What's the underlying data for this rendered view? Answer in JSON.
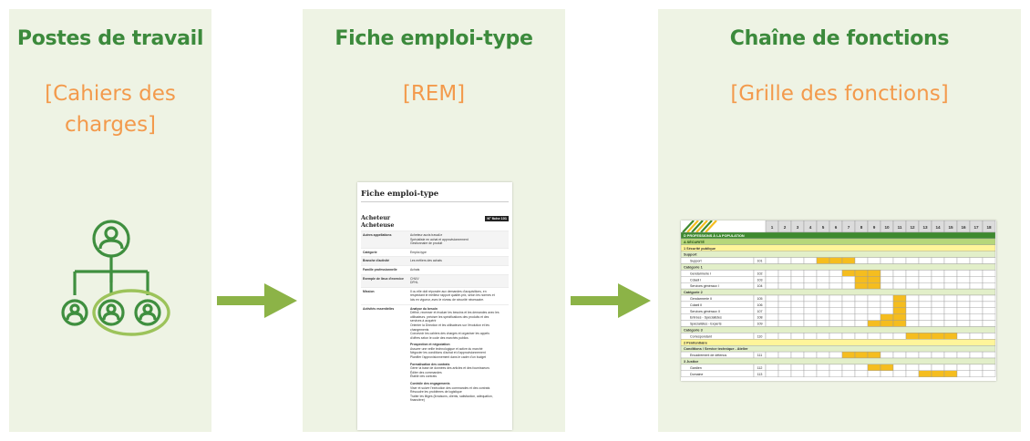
{
  "panels": [
    {
      "title": "Postes de travail",
      "subtitle_lines": [
        "[Cahiers des",
        "charges]"
      ]
    },
    {
      "title": "Fiche emploi-type",
      "subtitle_lines": [
        "[REM]"
      ]
    },
    {
      "title": "Chaîne de fonctions",
      "subtitle_lines": [
        "[Grille des fonctions]"
      ]
    }
  ],
  "colors": {
    "panel_bg": "#eef3e4",
    "title_green": "#3c8a3c",
    "subtitle_orange": "#f39a4c",
    "arrow_green": "#8cb347",
    "icon_green": "#3f8f3f",
    "icon_light_green": "#9cc35a",
    "cell_fill": "#f5bd1f"
  },
  "icons": {
    "org": "org-chart-people-icon",
    "arrow": "right-arrow-icon"
  },
  "doc": {
    "title": "Fiche emploi-type",
    "name_lines": [
      "Acheteur",
      "Acheteuse"
    ],
    "badge": "N° fiche 101",
    "rows": [
      {
        "k": "Autres appellations",
        "v": [
          "Acheteur auxis travail.e",
          "Spécialiste en achat et approvisionnement",
          "Gestionnaire de produit"
        ]
      },
      {
        "k": "Catégorie",
        "v": [
          "Emploi-type"
        ]
      },
      {
        "k": "Branche d'activité",
        "v": [
          "Les métiers des achats"
        ]
      },
      {
        "k": "Famille professionnelle",
        "v": [
          "Achats"
        ]
      },
      {
        "k": "Exemple de lieux d'exercice",
        "v": [
          "CHUV",
          "DFHL"
        ]
      },
      {
        "k": "Mission",
        "v": [
          "Il ou elle doit répondre aux demandes d'acquisitions, en",
          "respectant le meilleur rapport qualité-prix, selon les normes et",
          "lois en vigueur, avec le niveau de sécurité nécessaire."
        ]
      }
    ],
    "activities": {
      "k": "Activités essentielles",
      "sections": [
        {
          "h": "Analyse du besoin",
          "lines": [
            "Définir, recenser et évaluer les besoins et les demandes avec les",
            "utilisateurs. préciser les spécifications des produits et des",
            "services à acquérir",
            "Orienter la Direction et les utilisateurs sur l'évolution et les",
            "changements",
            "Concevoir les cahiers des charges et organiser les appels",
            "d'offres selon le code des marchés publics"
          ]
        },
        {
          "h": "Prospection et négociation",
          "lines": [
            "Assurer une veille technologique et active du marché",
            "Négocier les conditions d'achat et d'approvisionnement",
            "Planifier l'approvisionnement dans le cadre d'un budget"
          ]
        },
        {
          "h": "Formalisation des contrats",
          "lines": [
            "Gérer la base de données des articles et des fournisseurs",
            "Éditer des commandes",
            "Établir des contrats"
          ]
        },
        {
          "h": "Contrôle des engagements",
          "lines": [
            "Viser et suivre l'exécution des commandes et des contrats",
            "Résoudre les problèmes de logistique",
            "Traiter les litiges (livraisons, clients, satisfaction, adéquation,",
            "financière)"
          ]
        }
      ]
    }
  },
  "grid": {
    "columns": [
      "1",
      "2",
      "3",
      "4",
      "5",
      "6",
      "7",
      "8",
      "9",
      "10",
      "11",
      "12",
      "13",
      "14",
      "15",
      "16",
      "17",
      "18"
    ],
    "rows": [
      {
        "type": "head",
        "label": "D PROFESSIONS À LA POPULATION",
        "bg": "#3e8a2f",
        "color": "#ffffff"
      },
      {
        "type": "head",
        "label": "A  SÉCURITÉ",
        "bg": "#b6d77a",
        "color": "#1f4a10"
      },
      {
        "type": "head",
        "label": "1  Sécurité publique",
        "bg": "#fff59a",
        "color": "#333333"
      },
      {
        "type": "head",
        "label": "Support",
        "bg": "#e2efc9",
        "color": "#333333"
      },
      {
        "type": "row",
        "label": "Support",
        "code": "101",
        "cells": [
          5,
          6,
          7
        ]
      },
      {
        "type": "head",
        "label": "Catégorie 1",
        "bg": "#e2efc9",
        "color": "#333333"
      },
      {
        "type": "row",
        "label": "Gendarmerie I",
        "code": "102",
        "cells": [
          7,
          8,
          9
        ]
      },
      {
        "type": "row",
        "label": "Cdaeli I",
        "code": "103",
        "cells": [
          8,
          9
        ]
      },
      {
        "type": "row",
        "label": "Services généraux I",
        "code": "104",
        "cells": [
          8,
          9
        ]
      },
      {
        "type": "head",
        "label": "Catégorie 2",
        "bg": "#e2efc9",
        "color": "#333333"
      },
      {
        "type": "row",
        "label": "Gendarmerie II",
        "code": "105",
        "cells": [
          11
        ]
      },
      {
        "type": "row",
        "label": "Cdaeli II",
        "code": "106",
        "cells": [
          11
        ]
      },
      {
        "type": "row",
        "label": "Services généraux II",
        "code": "107",
        "cells": [
          11
        ]
      },
      {
        "type": "row",
        "label": "Entrées - Spécialistes",
        "code": "108",
        "cells": [
          10,
          11
        ]
      },
      {
        "type": "row",
        "label": "Spécialistes - Experts",
        "code": "109",
        "cells": [
          9,
          10,
          11
        ]
      },
      {
        "type": "head",
        "label": "Catégorie 3",
        "bg": "#e2efc9",
        "color": "#333333"
      },
      {
        "type": "row",
        "label": "Correspondant",
        "code": "110",
        "cells": [
          12,
          13,
          14,
          15
        ]
      },
      {
        "type": "head",
        "label": "2  Pénitentiaire",
        "bg": "#fff59a",
        "color": "#333333"
      },
      {
        "type": "head",
        "label": "Conditions / Service technique - Atelier",
        "bg": "#e2efc9",
        "color": "#333333"
      },
      {
        "type": "row",
        "label": "Encadrement de détenus",
        "code": "111",
        "cells": [
          7,
          8,
          9
        ]
      },
      {
        "type": "head",
        "label": "3  Justice",
        "bg": "#e2efc9",
        "color": "#333333"
      },
      {
        "type": "row",
        "label": "Gardien",
        "code": "112",
        "cells": [
          9,
          10
        ]
      },
      {
        "type": "row",
        "label": "Domaine",
        "code": "113",
        "cells": [
          13,
          14,
          15
        ]
      }
    ]
  }
}
